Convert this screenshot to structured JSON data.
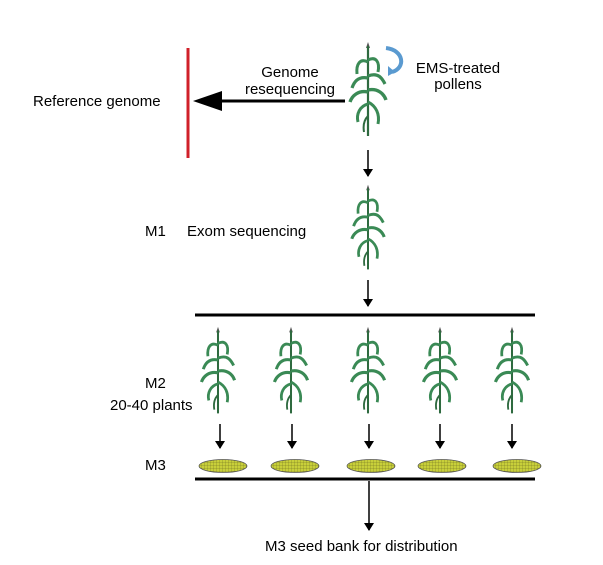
{
  "labels": {
    "reference_genome": "Reference genome",
    "genome_resequencing_1": "Genome",
    "genome_resequencing_2": "resequencing",
    "ems_1": "EMS-treated",
    "ems_2": "pollens",
    "m1": "M1",
    "exom": "Exom sequencing",
    "m2": "M2",
    "m2_count": "20-40 plants",
    "m3": "M3",
    "seed_bank": "M3 seed bank for distribution"
  },
  "colors": {
    "reference_bar": "#d0202a",
    "plant": "#3a8a55",
    "ear": "#c8cf3a",
    "curved_arrow": "#5a9ad0"
  }
}
